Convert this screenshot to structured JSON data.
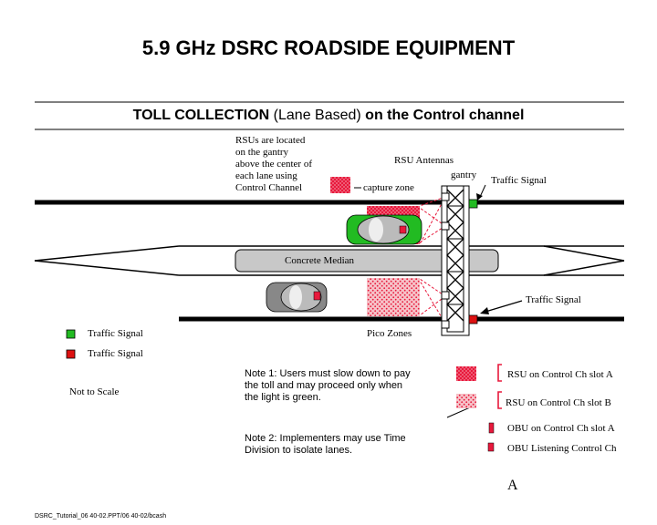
{
  "title": "5.9 GHz DSRC ROADSIDE EQUIPMENT",
  "subtitle": {
    "bold": "TOLL COLLECTION",
    "light": " (Lane Based) ",
    "bold2": "on the Control channel"
  },
  "labels": {
    "rsu_note": [
      "RSUs are located",
      "on the gantry",
      "above the center of",
      "each lane using",
      "Control Channel"
    ],
    "rsu_antennas": "RSU Antennas",
    "gantry": "gantry",
    "capture_zone": "capture zone",
    "traffic_signal_top": "Traffic Signal",
    "traffic_signal_bottom": "Traffic Signal",
    "concrete_median": "Concrete Median",
    "pico_zones": "Pico  Zones",
    "not_to_scale": "Not to Scale",
    "footer": "DSRC_Tutorial_06 40-02.PPT/06 40-02/bcash",
    "big_a": "A"
  },
  "legend_left": [
    {
      "label": "Traffic Signal",
      "color": "#22bb22"
    },
    {
      "label": "Traffic Signal",
      "color": "#dd1111"
    }
  ],
  "notes": [
    "Note 1: Users must slow down to pay the toll and may proceed only when the light is green.",
    "Note 2: Implementers may use Time Division to isolate lanes."
  ],
  "legend_right": [
    {
      "label": "RSU on Control Ch slot A",
      "swatch": "rsu-dense"
    },
    {
      "label": "RSU on Control Ch slot B",
      "swatch": "rsu-light"
    },
    {
      "label": "OBU on Control Ch slot A",
      "swatch": "obu-a"
    },
    {
      "label": "OBU Listening Control Ch",
      "swatch": "obu-listen"
    }
  ],
  "colors": {
    "signal_green": "#22bb22",
    "signal_red": "#dd1111",
    "rsu_red": "#e8193c",
    "car_green": "#22bb22",
    "car_gray": "#888888",
    "median_gray": "#c8c8c8",
    "pico_pink": "#f0a0a8"
  }
}
